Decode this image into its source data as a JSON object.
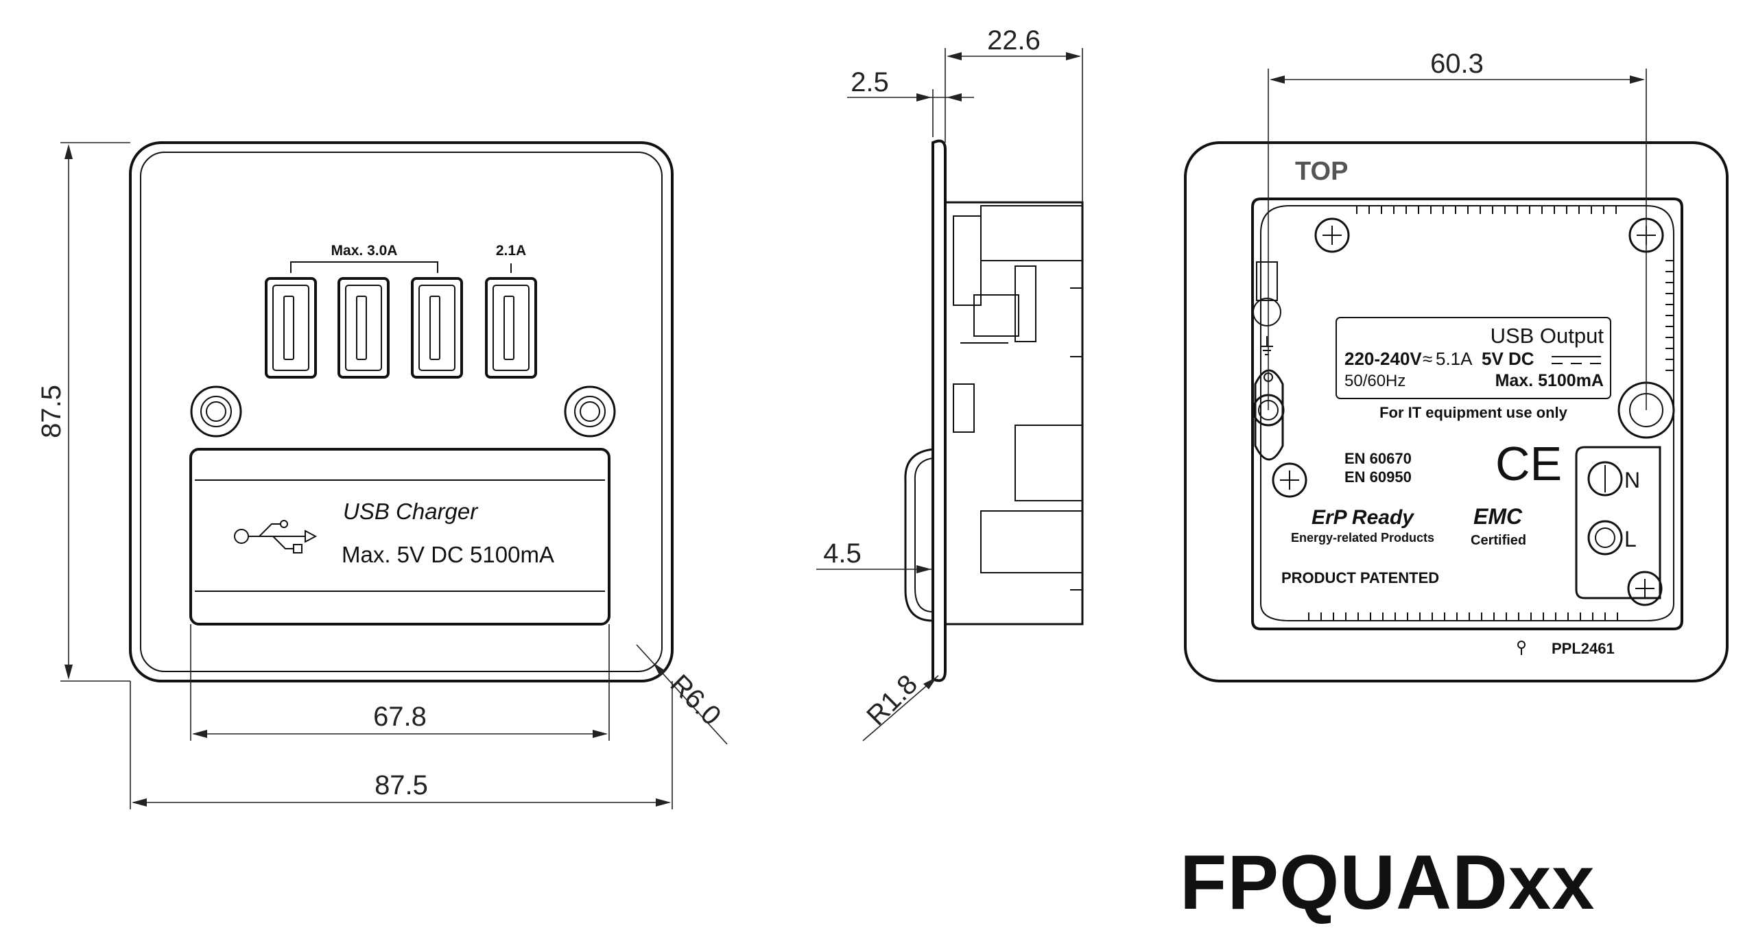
{
  "title": "FPQUADxx",
  "dimensions": {
    "front_height": "87.5",
    "front_width": "87.5",
    "window_width": "67.8",
    "corner_radius": "R6.0",
    "depth_total": "22.6",
    "plate_thickness": "2.5",
    "flange_offset": "4.5",
    "edge_radius": "R1.8",
    "fixing_centres": "60.3"
  },
  "front": {
    "port_group_label": "Max. 3.0A",
    "single_port_label": "2.1A",
    "charger_title": "USB  Charger",
    "charger_rating": "Max. 5V DC 5100mA"
  },
  "rear": {
    "top_marker": "TOP",
    "usb_output": "USB Output",
    "input_voltage": "220-240V",
    "input_current": "5.1A",
    "input_freq": "50/60Hz",
    "output_voltage": "5V DC",
    "output_max": "Max. 5100mA",
    "it_note": "For IT equipment use only",
    "standard_1": "EN 60670",
    "standard_2": "EN 60950",
    "ce_mark": "CE",
    "erp_title": "ErP Ready",
    "erp_sub": "Energy-related Products",
    "emc_title": "EMC",
    "emc_sub": "Certified",
    "terminal_n": "N",
    "terminal_l": "L",
    "patent": "PRODUCT PATENTED",
    "code": "PPL2461"
  }
}
